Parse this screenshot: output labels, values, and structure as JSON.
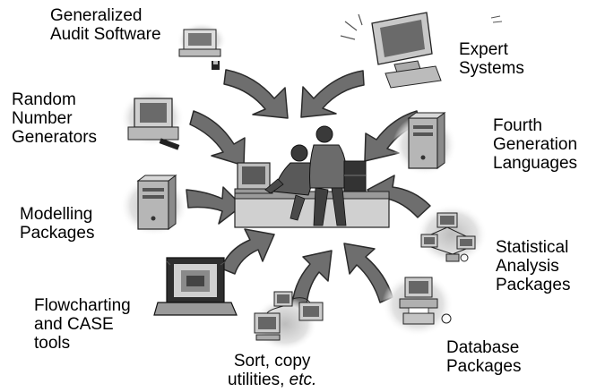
{
  "colors": {
    "arrow_fill": "#6e6e6e",
    "arrow_stroke": "#2b2b2b",
    "art_dark": "#2a2a2a",
    "art_mid": "#8c8c8c",
    "art_light": "#d6d6d6"
  },
  "center": {
    "illustration": "people-at-computer-icon"
  },
  "nodes": {
    "gas": {
      "icon": "computer-with-diskette-icon",
      "lines": [
        "Generalized",
        "Audit Software"
      ]
    },
    "expert": {
      "icon": "monitor-icon",
      "lines": [
        "Expert",
        "Systems"
      ]
    },
    "random": {
      "icon": "desktop-computer-icon",
      "lines": [
        "Random",
        "Number",
        "Generators"
      ]
    },
    "fourth": {
      "icon": "tower-computer-icon",
      "lines": [
        "Fourth",
        "Generation",
        "Languages"
      ]
    },
    "modelling": {
      "icon": "tower-computer-icon",
      "lines": [
        "Modelling",
        "Packages"
      ]
    },
    "statistical": {
      "icon": "networked-computers-icon",
      "lines": [
        "Statistical",
        "Analysis",
        "Packages"
      ]
    },
    "flowcharting": {
      "icon": "laptop-icon",
      "lines": [
        "Flowcharting",
        "and CASE",
        "tools"
      ]
    },
    "sort": {
      "icon": "linked-monitors-icon",
      "lines": [
        "Sort, copy"
      ],
      "last_prefix": "utilities, ",
      "last_italic": "etc."
    },
    "database": {
      "icon": "computer-printer-icon",
      "lines": [
        "Database",
        "Packages"
      ]
    }
  }
}
